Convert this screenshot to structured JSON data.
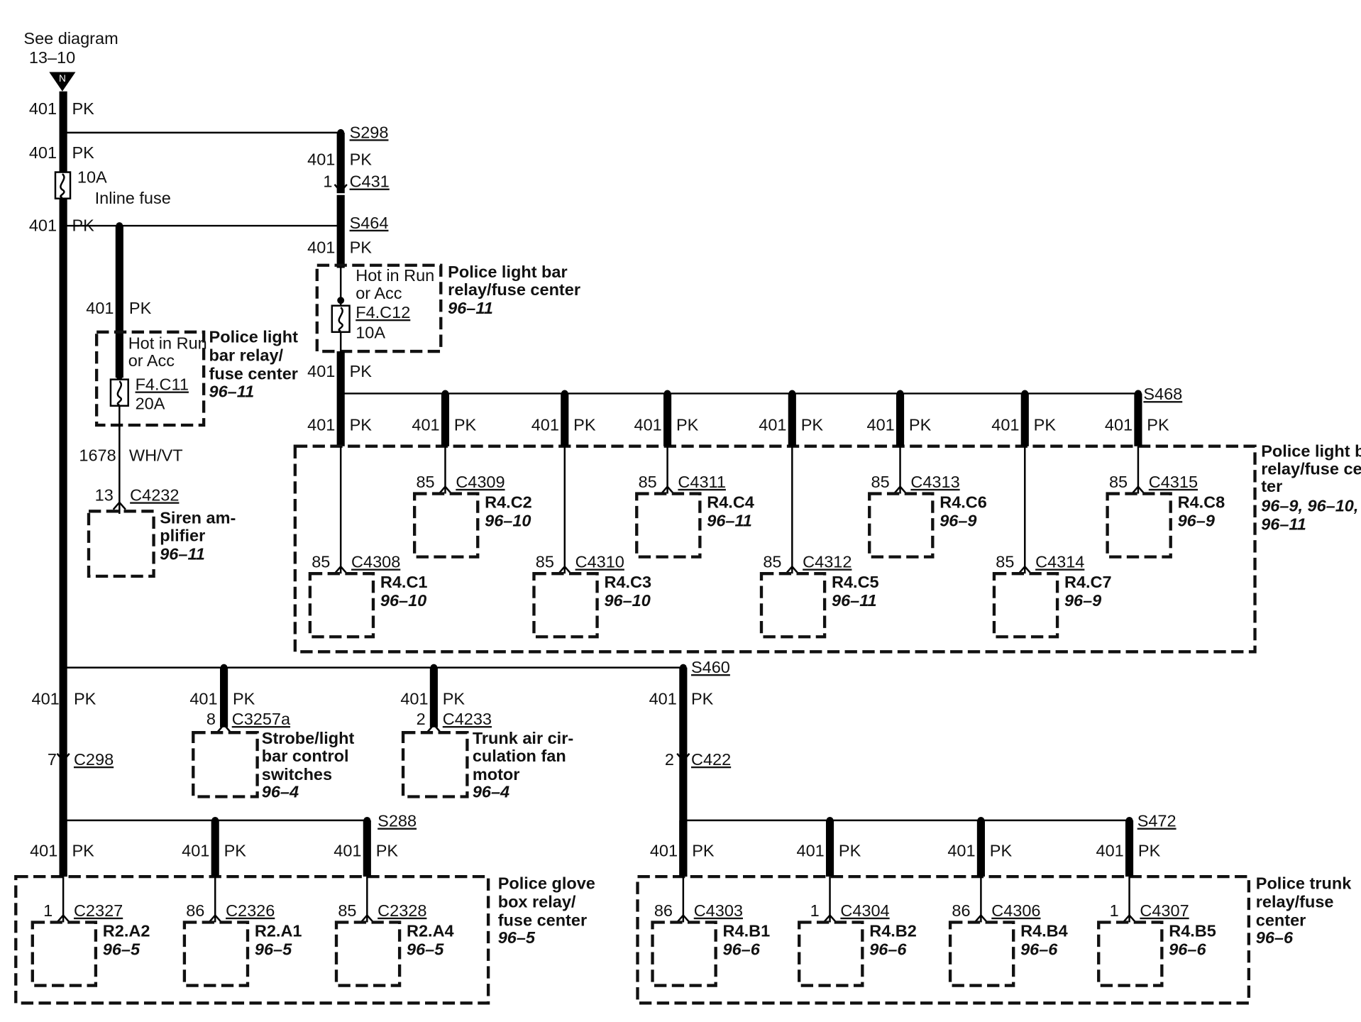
{
  "ref": {
    "line1": "See diagram",
    "line2": "13–10",
    "marker": "N"
  },
  "wire": {
    "circuit": "401",
    "color": "PK",
    "alt_circuit": "1678",
    "alt_color": "WH/VT"
  },
  "inline_fuse": {
    "rating": "10A",
    "label": "Inline fuse"
  },
  "splices": {
    "s298": "S298",
    "s464": "S464",
    "s468": "S468",
    "s460": "S460",
    "s288": "S288",
    "s472": "S472"
  },
  "c431": {
    "pin": "1",
    "name": "C431"
  },
  "c298": {
    "pin": "7",
    "name": "C298"
  },
  "c422": {
    "pin": "2",
    "name": "C422"
  },
  "fuse_f4c11": {
    "hot1": "Hot in Run",
    "hot2": "or Acc",
    "id": "F4.C11",
    "rating": "20A"
  },
  "fuse_f4c12": {
    "hot1": "Hot in Run",
    "hot2": "or Acc",
    "id": "F4.C12",
    "rating": "10A"
  },
  "box_left_label": {
    "l1": "Police light",
    "l2": "bar relay/",
    "l3": "fuse center",
    "ref": "96–11"
  },
  "box_top_label": {
    "l1": "Police light bar",
    "l2": "relay/fuse center",
    "ref": "96–11"
  },
  "siren": {
    "pin": "13",
    "conn": "C4232",
    "l1": "Siren am-",
    "l2": "plifier",
    "ref": "96–11"
  },
  "big_box_label": {
    "l1": "Police light bar",
    "l2": "relay/fuse cen-",
    "l3": "ter",
    "ref1": "96–9, 96–10,",
    "ref2": "96–11"
  },
  "relays_r4c": [
    {
      "pin": "85",
      "conn": "C4308",
      "name": "R4.C1",
      "ref": "96–10"
    },
    {
      "pin": "85",
      "conn": "C4309",
      "name": "R4.C2",
      "ref": "96–10"
    },
    {
      "pin": "85",
      "conn": "C4310",
      "name": "R4.C3",
      "ref": "96–10"
    },
    {
      "pin": "85",
      "conn": "C4311",
      "name": "R4.C4",
      "ref": "96–11"
    },
    {
      "pin": "85",
      "conn": "C4312",
      "name": "R4.C5",
      "ref": "96–11"
    },
    {
      "pin": "85",
      "conn": "C4313",
      "name": "R4.C6",
      "ref": "96–9"
    },
    {
      "pin": "85",
      "conn": "C4314",
      "name": "R4.C7",
      "ref": "96–9"
    },
    {
      "pin": "85",
      "conn": "C4315",
      "name": "R4.C8",
      "ref": "96–9"
    }
  ],
  "strobe": {
    "pin": "8",
    "conn": "C3257a",
    "l1": "Strobe/light",
    "l2": "bar control",
    "l3": "switches",
    "ref": "96–4"
  },
  "trunk_fan": {
    "pin": "2",
    "conn": "C4233",
    "l1": "Trunk air cir-",
    "l2": "culation fan",
    "l3": "motor",
    "ref": "96–4"
  },
  "glove_box_label": {
    "l1": "Police glove",
    "l2": "box relay/",
    "l3": "fuse center",
    "ref": "96–5"
  },
  "relays_r2a": [
    {
      "pin": "1",
      "conn": "C2327",
      "name": "R2.A2",
      "ref": "96–5"
    },
    {
      "pin": "86",
      "conn": "C2326",
      "name": "R2.A1",
      "ref": "96–5"
    },
    {
      "pin": "85",
      "conn": "C2328",
      "name": "R2.A4",
      "ref": "96–5"
    }
  ],
  "trunk_box_label": {
    "l1": "Police trunk",
    "l2": "relay/fuse",
    "l3": "center",
    "ref": "96–6"
  },
  "relays_r4b": [
    {
      "pin": "86",
      "conn": "C4303",
      "name": "R4.B1",
      "ref": "96–6"
    },
    {
      "pin": "1",
      "conn": "C4304",
      "name": "R4.B2",
      "ref": "96–6"
    },
    {
      "pin": "86",
      "conn": "C4306",
      "name": "R4.B4",
      "ref": "96–6"
    },
    {
      "pin": "1",
      "conn": "C4307",
      "name": "R4.B5",
      "ref": "96–6"
    }
  ]
}
